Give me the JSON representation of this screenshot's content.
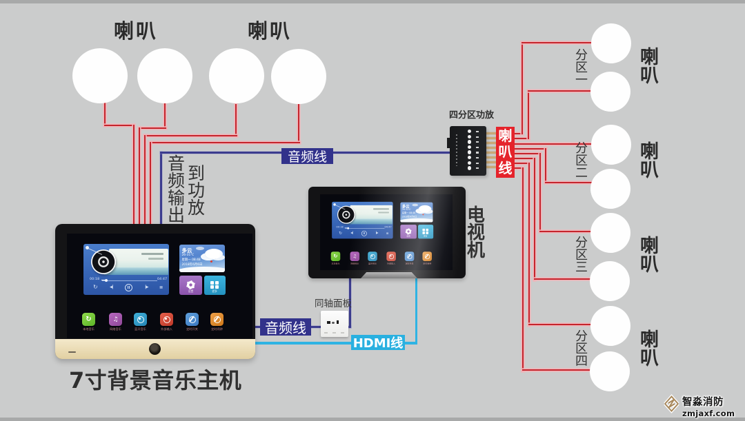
{
  "page": {
    "background": "#cbcccc"
  },
  "labels": {
    "top_speaker_1": "喇叭",
    "top_speaker_2": "喇叭",
    "audio_output_vertical": "音频输出",
    "to_amplifier_vertical": "到功放",
    "audio_cable_top": "音频线",
    "audio_cable_bottom": "音频线",
    "hdmi_cable": "HDMI线",
    "coax_panel": "同轴面板",
    "amplifier": "四分区功放",
    "speaker_wire": "喇叭线",
    "tv": "电视机",
    "host_title": "7寸背景音乐主机"
  },
  "zones": [
    {
      "partition": "分区一",
      "speaker": "喇叭"
    },
    {
      "partition": "分区二",
      "speaker": "喇叭"
    },
    {
      "partition": "分区三",
      "speaker": "喇叭"
    },
    {
      "partition": "分区四",
      "speaker": "喇叭"
    }
  ],
  "screen": {
    "player": {
      "elapsed": "00:18",
      "total": "04:47"
    },
    "weather": {
      "condition": "多云",
      "temp": "26-31℃",
      "week": "星期一 08:48",
      "date": "2018年6月6日"
    },
    "buttons": {
      "settings": "设置",
      "more": "更多"
    },
    "apps": [
      "本地音乐",
      "网络音乐",
      "蓝牙音乐",
      "外部输入",
      "定时开关",
      "定时闹钟"
    ]
  },
  "watermark": {
    "brand": "智淼消防",
    "site": "zmjaxf.com"
  },
  "colors": {
    "wire_red": "#c5242c",
    "wire_blue": "#3c3c8e",
    "wire_cyan": "#2fb3e3",
    "label_navy": "#32328b",
    "label_red": "#e5232b",
    "label_cyan": "#29b0e0"
  }
}
